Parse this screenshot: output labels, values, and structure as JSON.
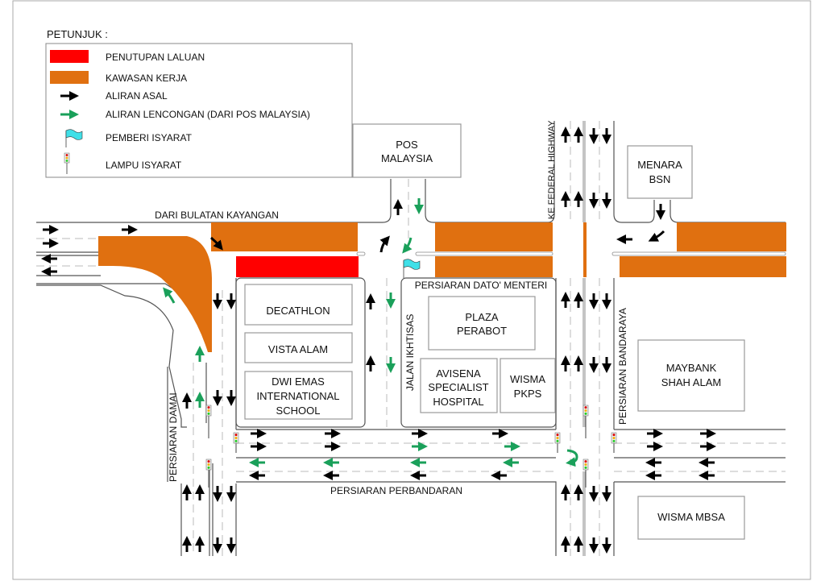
{
  "colors": {
    "closure": "#ff0000",
    "work_zone": "#e07010",
    "original_flow": "#000000",
    "diversion_flow": "#1aa05a",
    "flagman": "#40e0e8"
  },
  "legend": {
    "title": "PETUNJUK :",
    "items": [
      {
        "icon": "red-block-icon",
        "label": "PENUTUPAN LALUAN"
      },
      {
        "icon": "orange-block-icon",
        "label": "KAWASAN KERJA"
      },
      {
        "icon": "black-arrow-icon",
        "label": "ALIRAN ASAL"
      },
      {
        "icon": "green-arrow-icon",
        "label": "ALIRAN LENCONGAN (DARI POS MALAYSIA)"
      },
      {
        "icon": "flag-icon",
        "label": "PEMBERI ISYARAT"
      },
      {
        "icon": "traffic-light-icon",
        "label": "LAMPU ISYARAT"
      }
    ]
  },
  "roads": {
    "bulatan_kayangan": "DARI BULATAN KAYANGAN",
    "federal_highway": "KE FEDERAL HIGHWAY",
    "dato_menteri": "PERSIARAN DATO' MENTERI",
    "jalan_ikhtisas": "JALAN IKHTISAS",
    "persiaran_bandaraya": "PERSIARAN BANDARAYA",
    "persiaran_damai": "PERSIARAN DAMAI",
    "persiaran_perbandaran": "PERSIARAN PERBANDARAN"
  },
  "buildings": {
    "pos_malaysia": [
      "POS",
      "MALAYSIA"
    ],
    "menara_bsn": [
      "MENARA",
      "BSN"
    ],
    "decathlon": [
      "DECATHLON"
    ],
    "vista_alam": [
      "VISTA ALAM"
    ],
    "dwi_emas": [
      "DWI EMAS",
      "INTERNATIONAL",
      "SCHOOL"
    ],
    "plaza_perabot": [
      "PLAZA",
      "PERABOT"
    ],
    "avisena": [
      "AVISENA",
      "SPECIALIST",
      "HOSPITAL"
    ],
    "wisma_pkps": [
      "WISMA",
      "PKPS"
    ],
    "maybank": [
      "MAYBANK",
      "SHAH ALAM"
    ],
    "wisma_mbsa": [
      "WISMA MBSA"
    ]
  }
}
